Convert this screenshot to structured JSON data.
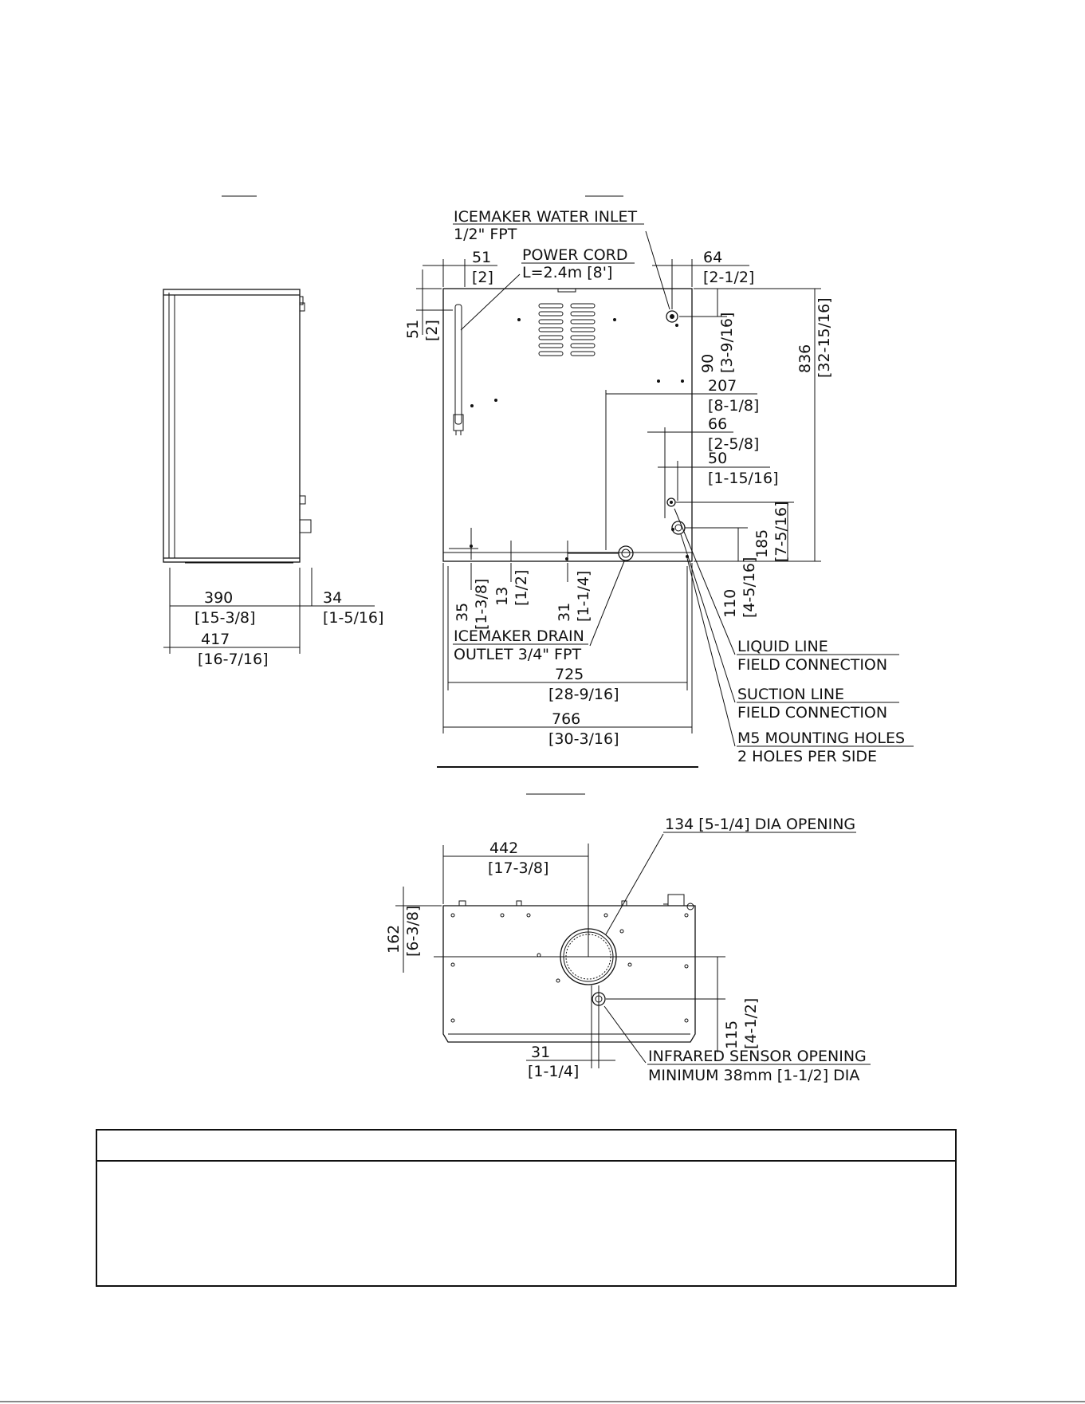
{
  "side_view": {
    "dims": {
      "d390": "390",
      "d390_in": "[15-3/8]",
      "d34": "34",
      "d34_in": "[1-5/16]",
      "d417": "417",
      "d417_in": "[16-7/16]"
    }
  },
  "rear_view": {
    "callouts": {
      "water_inlet_1": "ICEMAKER WATER INLET",
      "water_inlet_2": "1/2\" FPT",
      "power_cord_1": "POWER CORD",
      "power_cord_2": "L=2.4m [8']",
      "drain_1": "ICEMAKER DRAIN",
      "drain_2": "OUTLET 3/4\" FPT",
      "liquid_1": "LIQUID LINE",
      "liquid_2": "FIELD CONNECTION",
      "suction_1": "SUCTION LINE",
      "suction_2": "FIELD CONNECTION",
      "m5_1": "M5 MOUNTING HOLES",
      "m5_2": "2 HOLES PER SIDE"
    },
    "dims": {
      "d51h": "51",
      "d51h_in": "[2]",
      "d51v": "51",
      "d51v_in": "[2]",
      "d64": "64",
      "d64_in": "[2-1/2]",
      "d90": "90",
      "d90_in": "[3-9/16]",
      "d836": "836",
      "d836_in": "[32-15/16]",
      "d207": "207",
      "d207_in": "[8-1/8]",
      "d66": "66",
      "d66_in": "[2-5/8]",
      "d50": "50",
      "d50_in": "[1-15/16]",
      "d185": "185",
      "d185_in": "[7-5/16]",
      "d110": "110",
      "d110_in": "[4-5/16]",
      "d35": "35",
      "d35_in": "[1-3/8]",
      "d13": "13",
      "d13_in": "[1/2]",
      "d31": "31",
      "d31_in": "[1-1/4]",
      "d725": "725",
      "d725_in": "[28-9/16]",
      "d766": "766",
      "d766_in": "[30-3/16]"
    }
  },
  "top_view": {
    "callouts": {
      "opening": "134 [5-1/4] DIA OPENING",
      "ir_1": "INFRARED SENSOR OPENING",
      "ir_2": "MINIMUM 38mm [1-1/2] DIA"
    },
    "dims": {
      "d442": "442",
      "d442_in": "[17-3/8]",
      "d162": "162",
      "d162_in": "[6-3/8]",
      "d115": "115",
      "d115_in": "[4-1/2]",
      "d31": "31",
      "d31_in": "[1-1/4]"
    }
  }
}
